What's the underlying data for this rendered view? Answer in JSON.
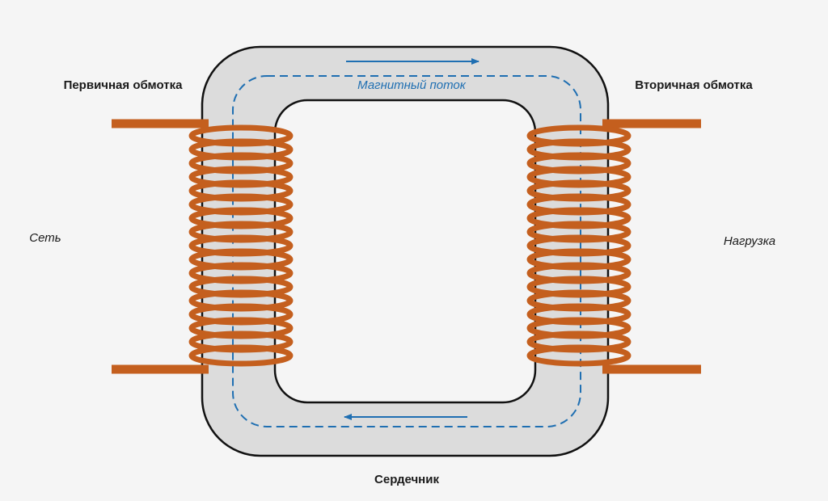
{
  "labels": {
    "primary_winding": "Первичная обмотка",
    "secondary_winding": "Вторичная обмотка",
    "network": "Сеть",
    "load": "Нагрузка",
    "magnetic_flux": "Магнитный поток",
    "core": "Сердечник"
  },
  "colors": {
    "background": "#f5f5f5",
    "core_fill": "#dcdcdc",
    "core_outline": "#111111",
    "copper": "#c45f1e",
    "flux": "#1f6fb2",
    "text": "#1a1a1a"
  },
  "coils": {
    "primary_turns": 17,
    "secondary_turns": 17
  }
}
